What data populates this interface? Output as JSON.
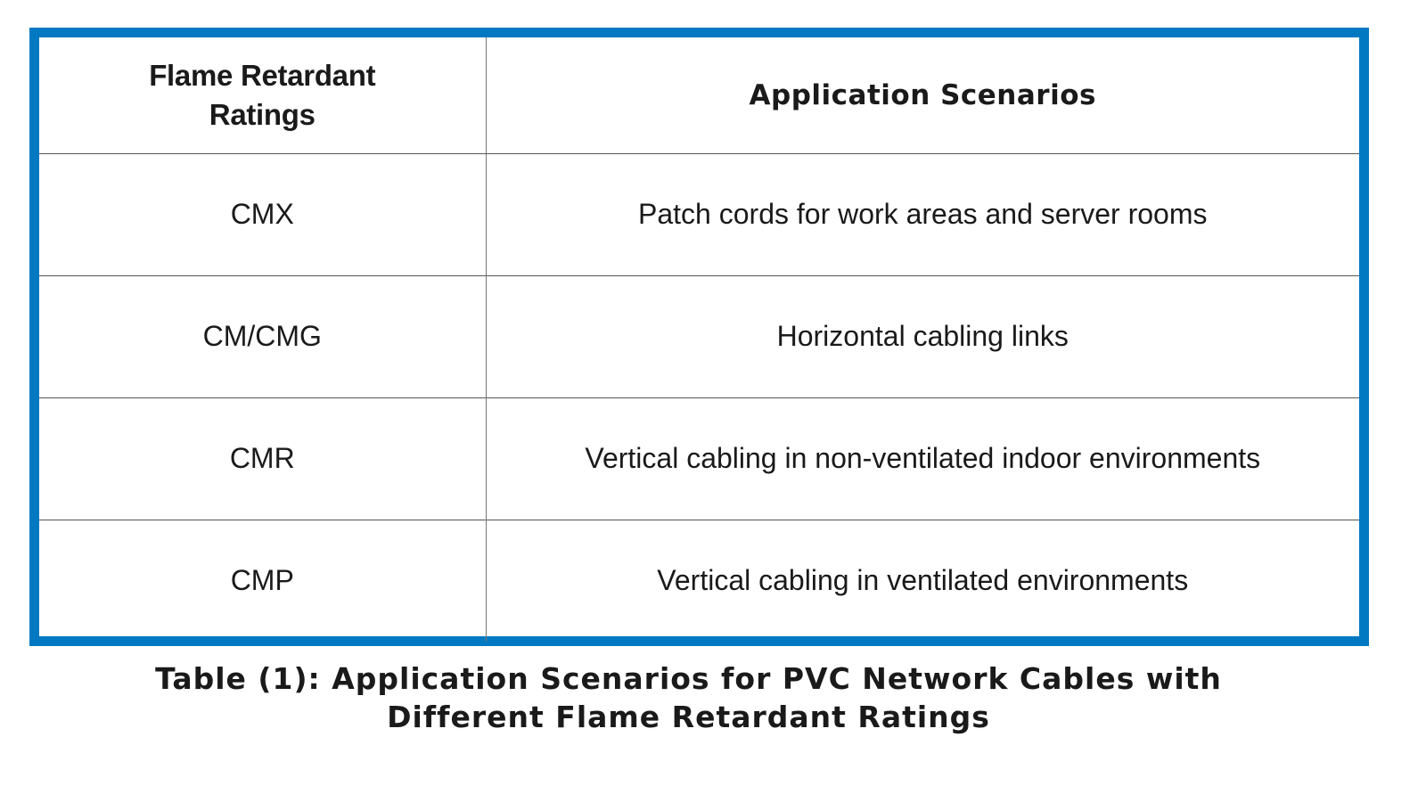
{
  "table": {
    "headers": [
      "Flame Retardant Ratings",
      "Application Scenarios"
    ],
    "header_lines": {
      "col1_line1": "Flame Retardant",
      "col1_line2": "Ratings"
    },
    "rows": [
      {
        "rating": "CMX",
        "scenario": "Patch cords for work areas and server rooms"
      },
      {
        "rating": "CM/CMG",
        "scenario": "Horizontal cabling links"
      },
      {
        "rating": "CMR",
        "scenario": "Vertical cabling in non-ventilated indoor environments"
      },
      {
        "rating": "CMP",
        "scenario": "Vertical cabling in ventilated environments"
      }
    ],
    "border_color": "#0079c2"
  },
  "caption": {
    "line1": "Table (1): Application Scenarios for PVC Network Cables with",
    "line2": "Different Flame Retardant Ratings"
  }
}
